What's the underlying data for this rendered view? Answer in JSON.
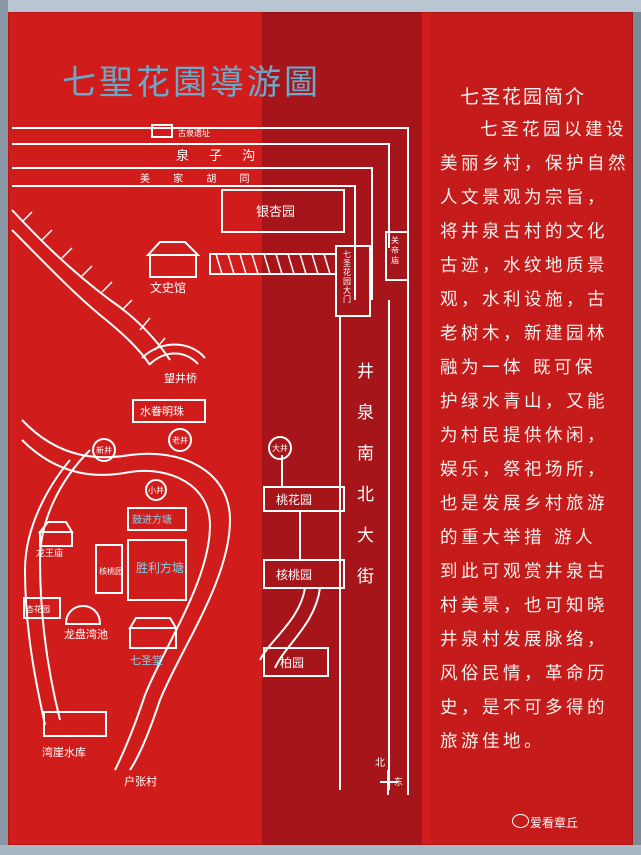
{
  "sign": {
    "title": "七聖花園導游圖",
    "intro_title": "七圣花园简介",
    "intro_lines": [
      "七圣花园以建设",
      "美丽乡村，保护自然",
      "人文景观为宗旨，",
      "将井泉古村的文化",
      "古迹，水纹地质景",
      "观，水利设施，古",
      "老树木，新建园林",
      "融为一体  既可保",
      "护绿水青山，又能",
      "为村民提供休闲，",
      "娱乐，祭祀场所，",
      "也是发展乡村旅游",
      "的重大举措  游人",
      "到此可观赏井泉古",
      "村美景，也可知晓",
      "井泉村发展脉络，",
      "风俗民情，革命历",
      "史，是不可多得的",
      "旅游佳地。"
    ]
  },
  "map": {
    "labels": {
      "gucun": "古泉遗址",
      "quanzigou": "泉 子 沟",
      "meijiahutong": "美 家 胡 同",
      "yinxing": "银杏园",
      "wenshi": "文史馆",
      "gate": "七圣花园大门",
      "guandimiao": "关帝庙",
      "wangjing": "望井桥",
      "shuijuan": "水眷明珠",
      "xinjing": "新井",
      "laojing": "老井",
      "dajing": "大井",
      "xiaojing": "小井",
      "taohua": "桃花园",
      "hetao": "核桃园",
      "baiyuan": "柏园",
      "longwangmiao": "龙王庙",
      "hetaoyuan_left": "核桃园",
      "shengli": "胜利方塘",
      "gujin": "鼓进方塘",
      "xinghua": "杏花园",
      "longpan": "龙盘湾池",
      "qisheng": "七圣堂",
      "wanya": "湾崖水库",
      "luzhang": "户张村",
      "street": "井泉南北大街",
      "north": "北",
      "east": "东"
    }
  },
  "watermark": "爱看章丘"
}
